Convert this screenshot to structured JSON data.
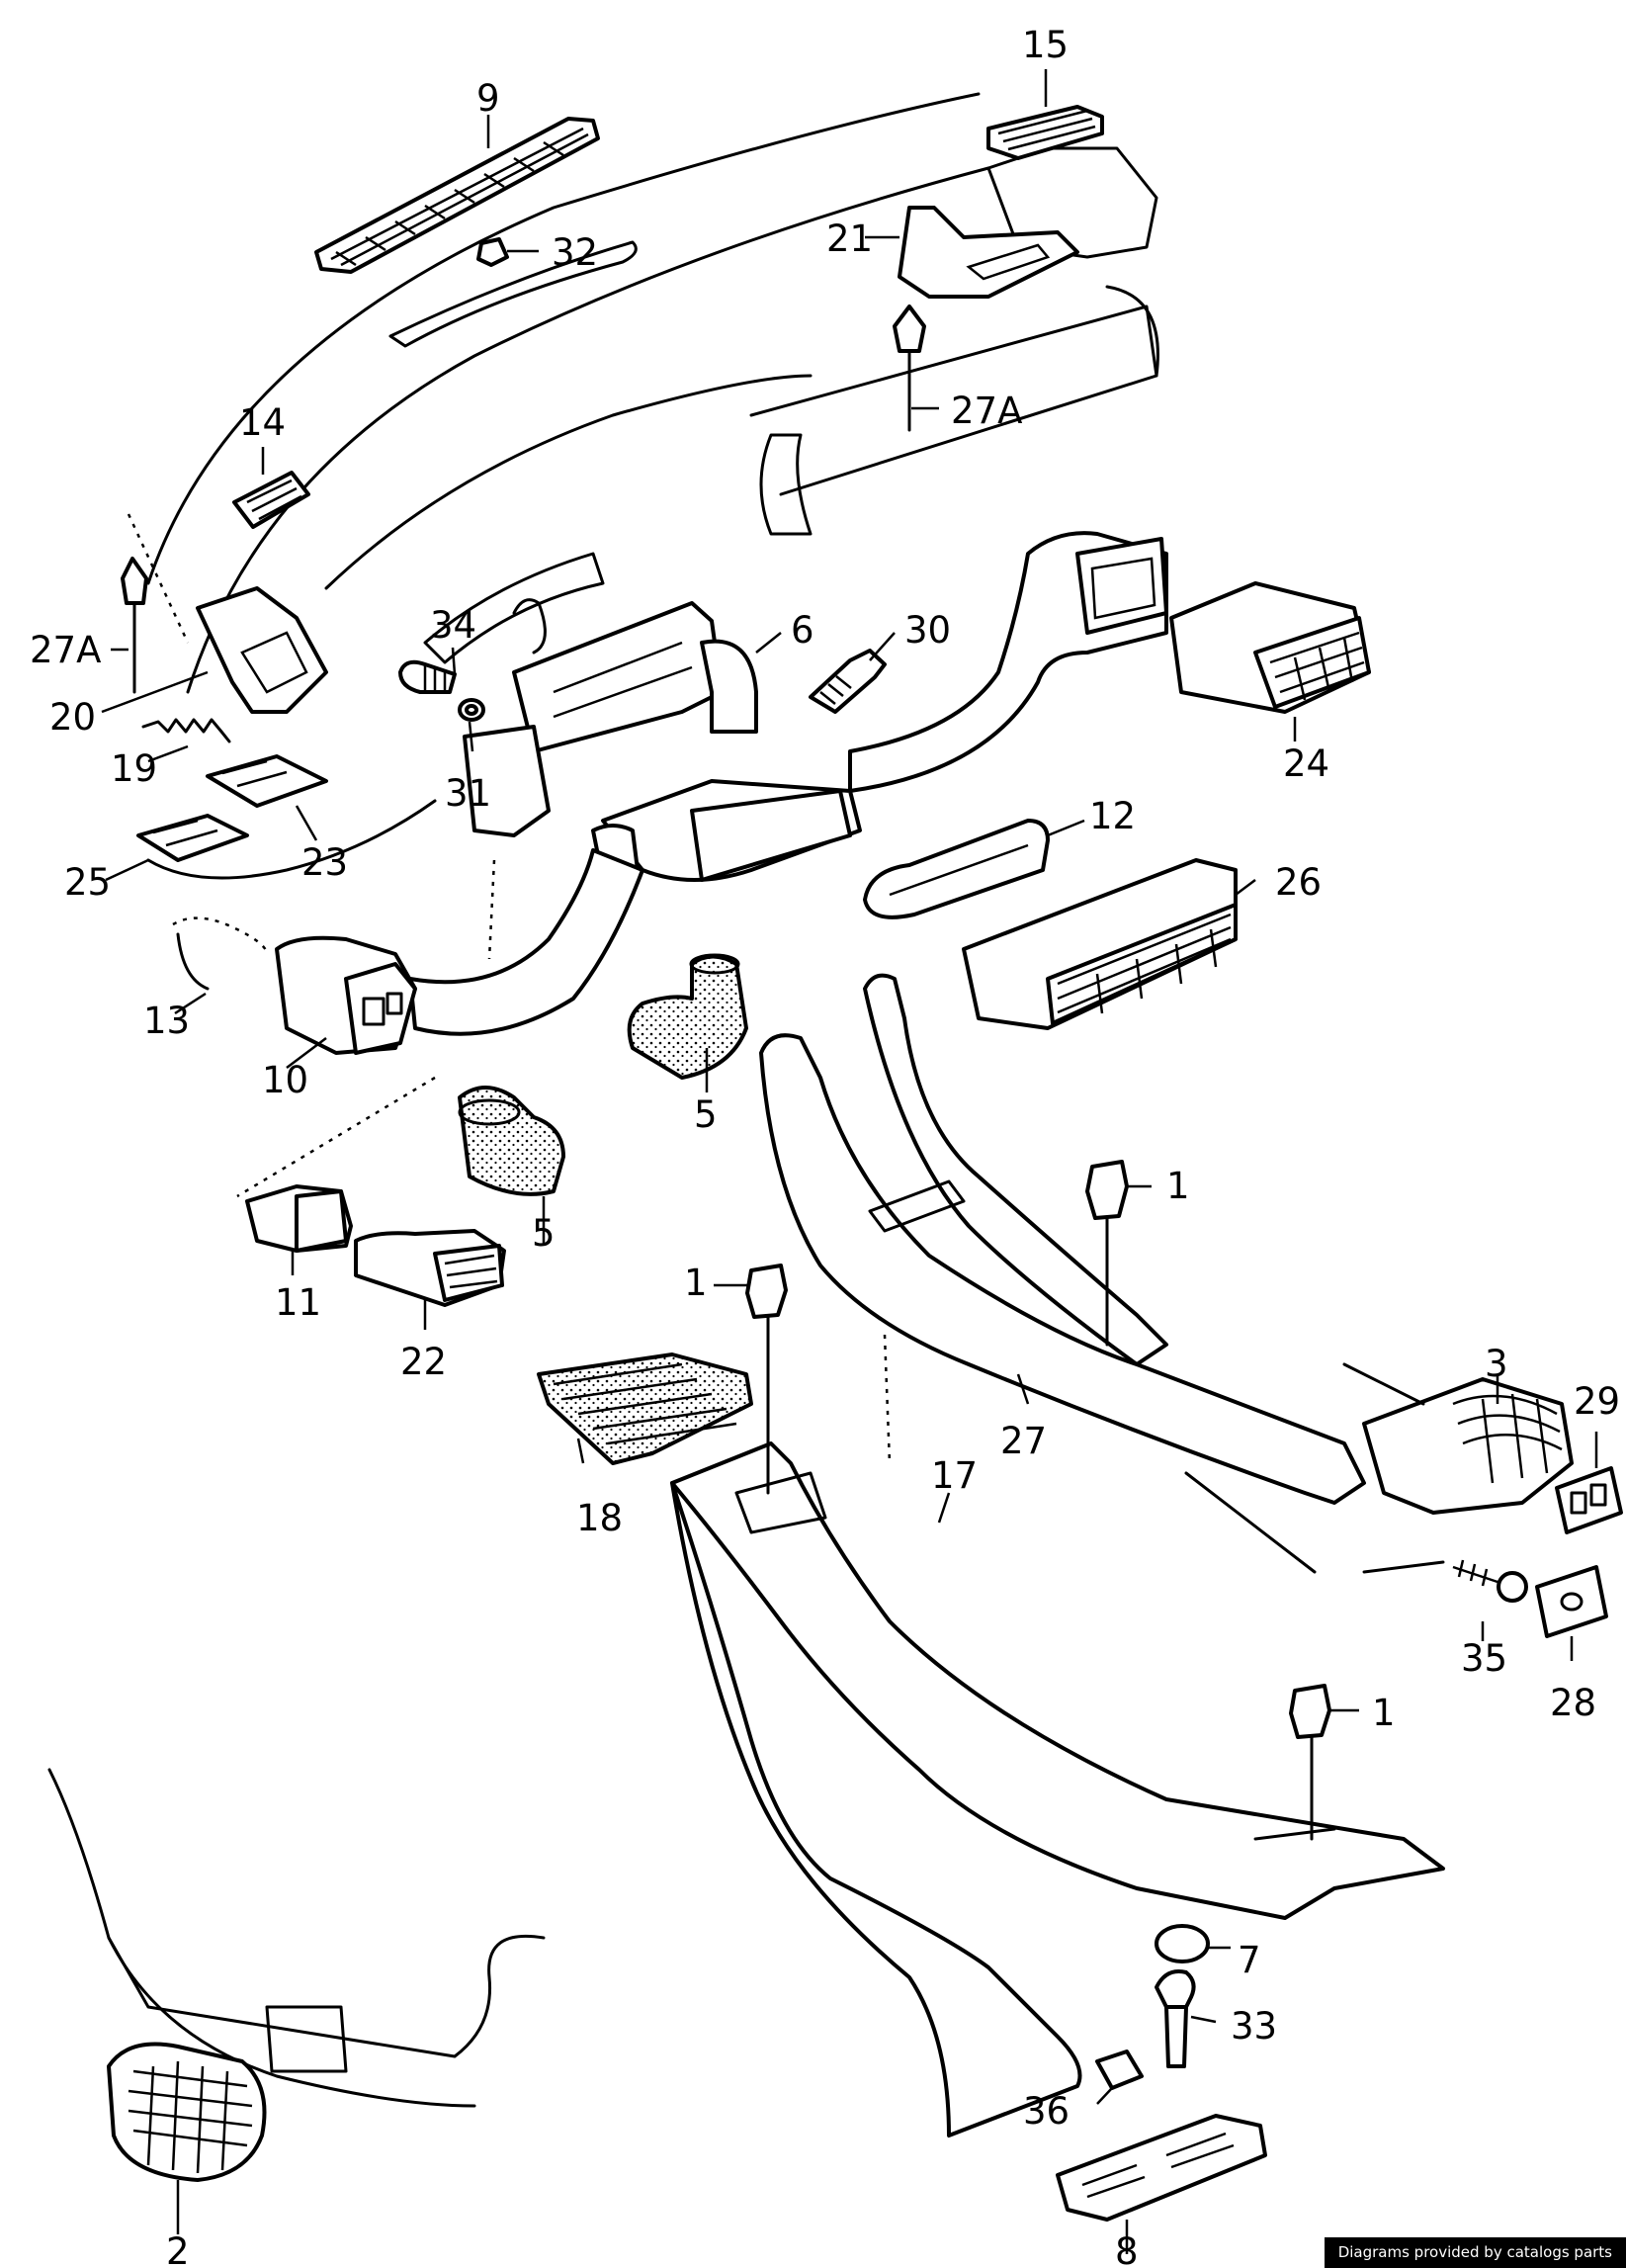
{
  "callouts": [
    "1",
    "2",
    "3",
    "5",
    "6",
    "7",
    "8",
    "9",
    "10",
    "11",
    "12",
    "13",
    "14",
    "15",
    "17",
    "18",
    "19",
    "20",
    "21",
    "22",
    "23",
    "24",
    "25",
    "26",
    "27",
    "27A",
    "28",
    "29",
    "30",
    "31",
    "32",
    "33",
    "34",
    "35",
    "36"
  ],
  "credit": "Diagrams provided by catalogs parts"
}
